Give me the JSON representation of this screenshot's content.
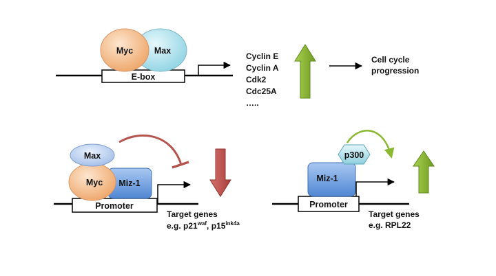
{
  "top": {
    "proteins": {
      "myc": "Myc",
      "max": "Max"
    },
    "ebox": "E-box",
    "target_genes": [
      "Cyclin E",
      "Cyclin A",
      "Cdk2",
      "Cdc25A",
      "….."
    ],
    "outcome_line1": "Cell cycle",
    "outcome_line2": "progression"
  },
  "bottom_left": {
    "proteins": {
      "max": "Max",
      "myc": "Myc",
      "miz": "Miz-1"
    },
    "promoter": "Promoter",
    "caption_line1": "Target genes",
    "caption_prefix": "e.g. p21",
    "caption_sup1": "waf",
    "caption_mid": ", p15",
    "caption_sup2": "ink4a"
  },
  "bottom_right": {
    "proteins": {
      "miz": "Miz-1",
      "p300": "p300"
    },
    "promoter": "Promoter",
    "caption_line1": "Target genes",
    "caption_line2": "e.g. RPL22"
  },
  "colors": {
    "myc": "#f4b98a",
    "max": "#aee3ee",
    "max_blue": "#b8cff0",
    "miz": "#6f9fde",
    "p300": "#a9dce6",
    "up_arrow": "#8db83a",
    "down_arrow": "#c0504d",
    "repress_line": "#b5534f",
    "activate_line": "#8ab830"
  }
}
